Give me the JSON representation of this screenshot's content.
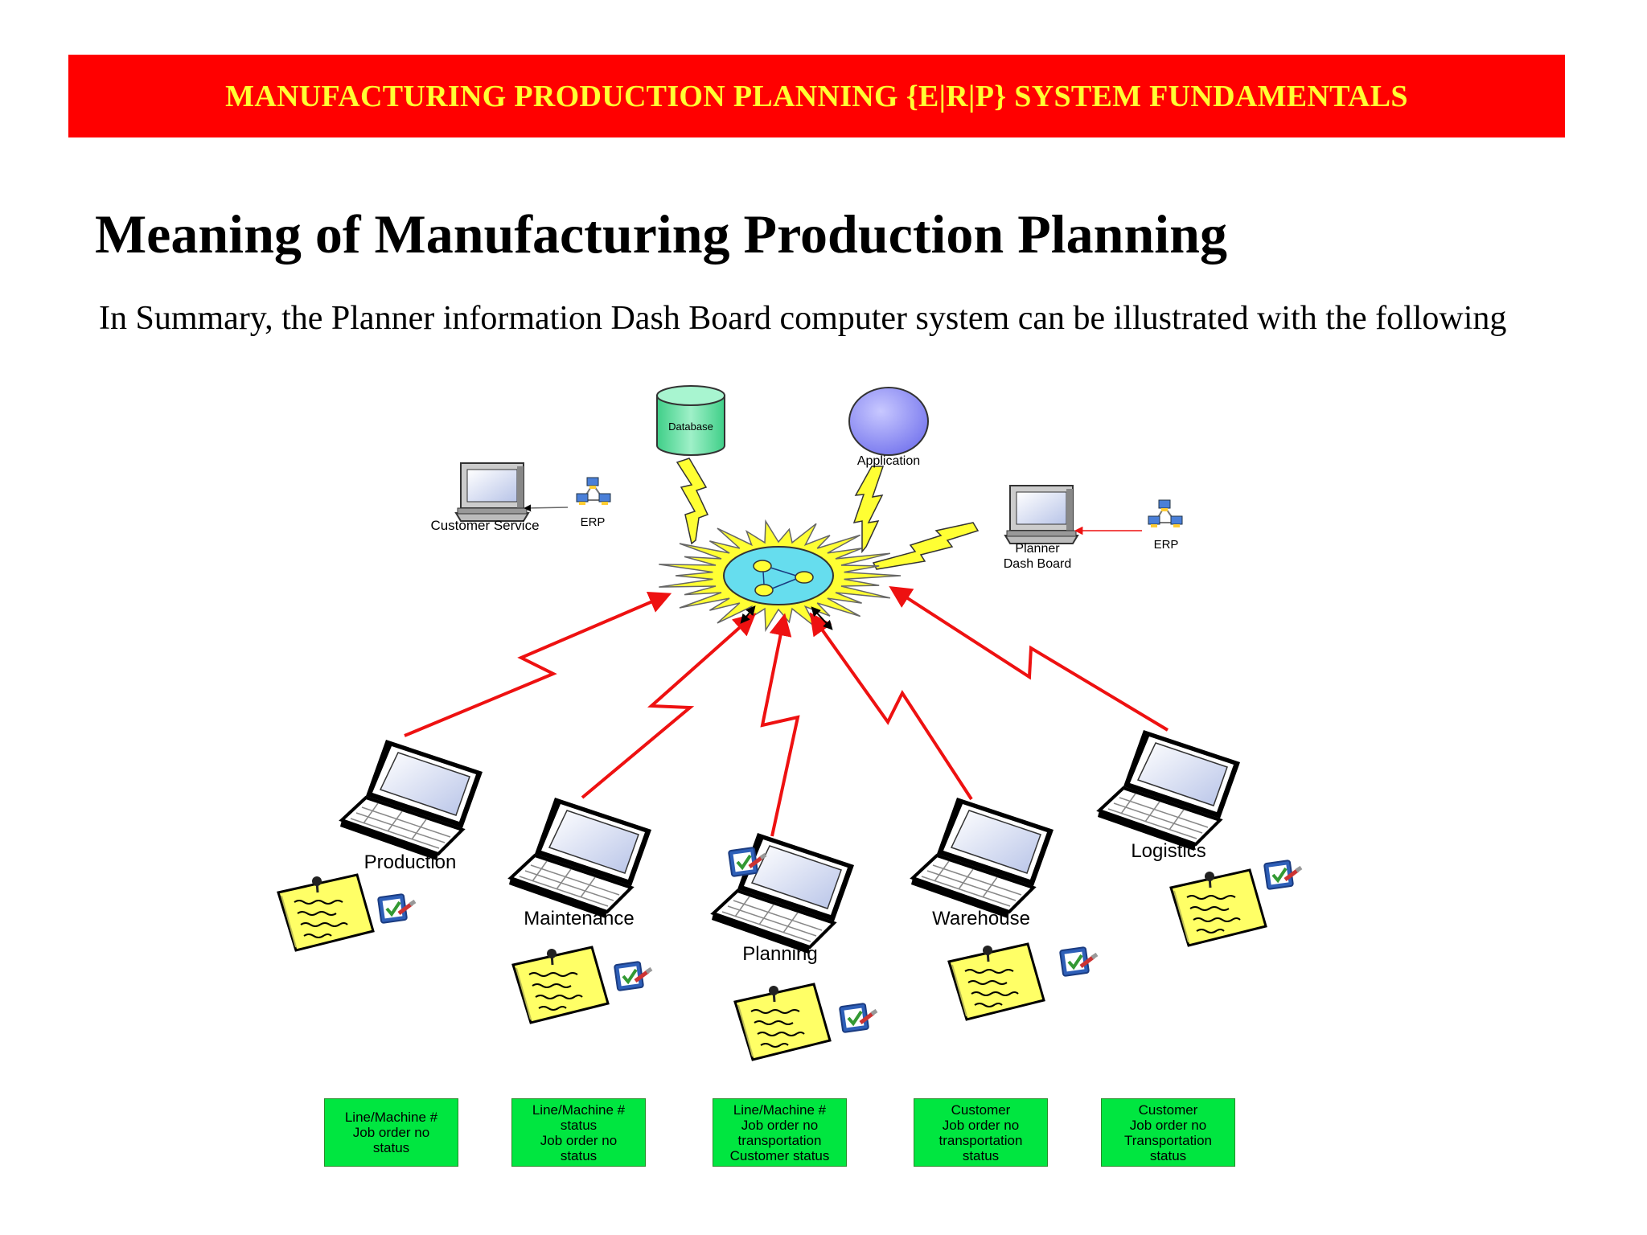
{
  "banner": {
    "text": "MANUFACTURING PRODUCTION PLANNING {E|R|P} SYSTEM FUNDAMENTALS"
  },
  "title": "Meaning of Manufacturing Production Planning",
  "summary": "In Summary, the Planner information Dash Board computer system can be illustrated with the following",
  "diagram": {
    "database_label": "Database",
    "application_label": "Application",
    "customer_service_label": "Customer Service",
    "erp_left_label": "ERP",
    "planner_label_line1": "Planner",
    "planner_label_line2": "Dash Board",
    "erp_right_label": "ERP",
    "departments": [
      {
        "label": "Production"
      },
      {
        "label": "Maintenance"
      },
      {
        "label": "Planning"
      },
      {
        "label": "Warehouse"
      },
      {
        "label": "Logistics"
      }
    ],
    "status_boxes": [
      {
        "lines": [
          "Line/Machine #",
          "Job order no",
          "status"
        ]
      },
      {
        "lines": [
          "Line/Machine #",
          "status",
          "Job order no",
          "status"
        ]
      },
      {
        "lines": [
          "Line/Machine #",
          "Job order no",
          "transportation",
          "Customer status"
        ]
      },
      {
        "lines": [
          "Customer",
          "Job order no",
          "transportation",
          "status"
        ]
      },
      {
        "lines": [
          "Customer",
          "Job order no",
          "Transportation",
          "status"
        ]
      }
    ]
  },
  "colors": {
    "banner_bg": "#ff0000",
    "banner_text": "#ffff33",
    "link_red": "#ee1111",
    "lightning_yellow": "#ffff33",
    "status_green": "#00e640",
    "database_green": "#5fe0a0",
    "application_blue": "#9999ff",
    "hub_cyan": "#66ddee"
  }
}
